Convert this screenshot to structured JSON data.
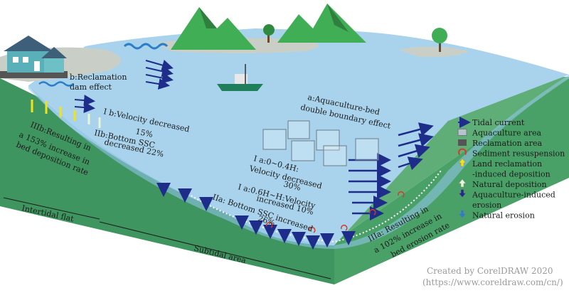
{
  "colors": {
    "water": "#a9d3ec",
    "water_deep": "#8fc4e6",
    "shore_sand": "#c9cfc6",
    "seabed_top": "#5fae78",
    "seabed_front": "#3f9560",
    "seabed_side": "#4aa168",
    "tidal_current": "#1f2d8a",
    "resuspension": "#d43a2a",
    "land_deposition": "#f0e21c",
    "natural_deposition": "#e6f4d8",
    "aquaculture_erosion": "#1f2d8a",
    "natural_erosion": "#2a7fc8"
  },
  "annotations": {
    "b_title_1": "b:Reclamation",
    "b_title_2": "dam effect",
    "ib_1": "I b:Velocity decreased",
    "ib_2": "15%",
    "iib_1": "IIb:Bottom SSC",
    "iib_2": "decreased 22%",
    "iiib_1": "IIIb:Resulting in",
    "iiib_2": "a 153% increase in",
    "iiib_3": "bed deposition rate",
    "a_title_1": "a:Aquaculture-bed",
    "a_title_2": "double boundary effect",
    "ia1_1": "I a:0~0.4H:",
    "ia1_2": "Velocity decreased",
    "ia1_3": "30%",
    "ia2_1": "I a:0.6H~H:Velocity",
    "ia2_2": "increased 10%",
    "iia_1": "IIa: Bottom SSC increased",
    "iia_2": "26%",
    "iiia_1": "IIIa: Resulting in",
    "iiia_2": "a 102% increase in",
    "iiia_3": "bed erosion rate",
    "intertidal": "Intertidal flat",
    "subtidal": "Subtidal area"
  },
  "legend": {
    "items": [
      {
        "icon": "tidal-current-arrow-icon",
        "label": "Tidal current"
      },
      {
        "icon": "aquaculture-area-icon",
        "label": "Aquaculture area"
      },
      {
        "icon": "reclamation-area-icon",
        "label": "Reclamation area"
      },
      {
        "icon": "sediment-resuspension-icon",
        "label": "Sediment resuspension"
      },
      {
        "icon": "land-reclamation-deposition-icon",
        "label": "Land reclamation"
      },
      {
        "icon": "",
        "label": "-induced deposition"
      },
      {
        "icon": "natural-deposition-icon",
        "label": "Natural deposition"
      },
      {
        "icon": "aquaculture-erosion-icon",
        "label": "Aquaculture-induced"
      },
      {
        "icon": "",
        "label": "erosion"
      },
      {
        "icon": "natural-erosion-icon",
        "label": "Natural erosion"
      }
    ]
  },
  "credit": {
    "line1": "Created by CorelDRAW 2020",
    "line2": "(https://www.coreldraw.com/cn/)"
  }
}
